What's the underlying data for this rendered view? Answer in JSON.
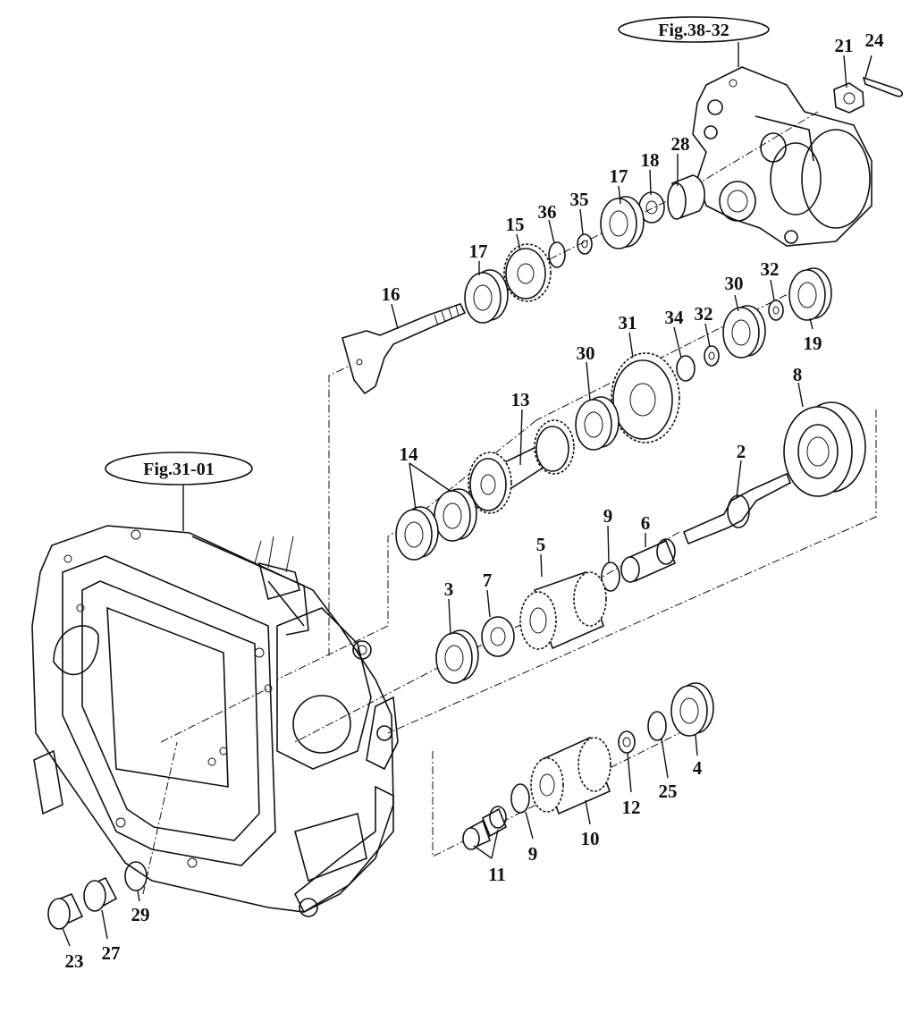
{
  "figure_refs": [
    {
      "id": "ref-38",
      "text": "Fig.38-32"
    },
    {
      "id": "ref-31",
      "text": "Fig.31-01"
    }
  ],
  "callouts": [
    "21",
    "24",
    "28",
    "18",
    "17",
    "35",
    "36",
    "15",
    "17",
    "16",
    "32",
    "30",
    "32",
    "19",
    "34",
    "31",
    "30",
    "13",
    "8",
    "2",
    "14",
    "9",
    "6",
    "5",
    "7",
    "3",
    "4",
    "25",
    "12",
    "10",
    "9",
    "11",
    "29",
    "27",
    "23"
  ]
}
